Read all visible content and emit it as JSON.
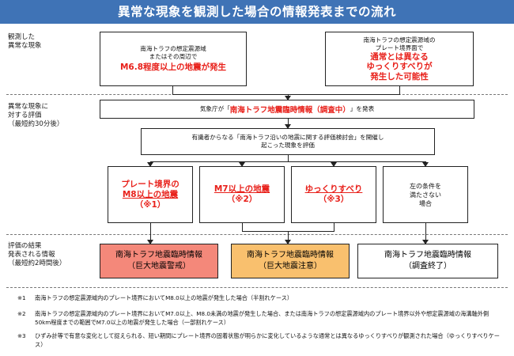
{
  "title": "異常な現象を観測した場合の情報発表までの流れ",
  "side_labels": {
    "observed": "観測した\n異常な現象",
    "evaluation": "異常な現象に\n対する評価\n（最短約30分後）",
    "result": "評価の結果\n発表される情報\n（最短約2時間後）"
  },
  "obs_left": {
    "line1": "南海トラフの想定震源域",
    "line2": "またはその周辺で",
    "red": "M6.8程度以上の地震が発生"
  },
  "obs_right": {
    "line1": "南海トラフの想定震源域の",
    "line2": "プレート境界面で",
    "red1": "通常とは異なる",
    "red2": "ゆっくりすべりが",
    "red3": "発生した可能性"
  },
  "jma": {
    "prefix": "気象庁が「",
    "red": "南海トラフ地震臨時情報（調査中）",
    "suffix": "」を発表"
  },
  "council": {
    "line1": "有識者からなる「南海トラフ沿いの地震に関する評価検討会」を開催し",
    "line2": "起こった現象を評価"
  },
  "cases": [
    {
      "l1": "プレート境界の",
      "l2": "M8以上の地震",
      "l3": "（※1）"
    },
    {
      "l1": "M7以上の地震",
      "l2": "（※2）"
    },
    {
      "l1": "ゆっくりすべり",
      "l2": "（※3）"
    },
    {
      "l1": "左の条件を",
      "l2": "満たさない",
      "l3": "場合"
    }
  ],
  "results": [
    {
      "l1": "南海トラフ地震臨時情報",
      "l2": "（巨大地震警戒）",
      "color": "#f4887a"
    },
    {
      "l1": "南海トラフ地震臨時情報",
      "l2": "（巨大地震注意）",
      "color": "#f9c06e"
    },
    {
      "l1": "南海トラフ地震臨時情報",
      "l2": "（調査終了）",
      "color": "#ffffff"
    }
  ],
  "notes": [
    {
      "mark": "※1",
      "text": "南海トラフの想定震源域内のプレート境界においてM8.0以上の地震が発生した場合（半割れケース）"
    },
    {
      "mark": "※2",
      "text": "南海トラフの想定震源域内のプレート境界においてM7.0以上、M8.0未満の地震が発生した場合、または南海トラフの想定震源域内のプレート境界以外や想定震源域の海溝軸外側50km程度までの範囲でM7.0以上の地震が発生した場合（一部割れケース）"
    },
    {
      "mark": "※3",
      "text": "ひずみ計等で有意な変化として捉えられる、短い期間にプレート境界の固着状態が明らかに変化しているような通常とは異なるゆっくりすべりが観測された場合（ゆっくりすべりケース）"
    }
  ]
}
